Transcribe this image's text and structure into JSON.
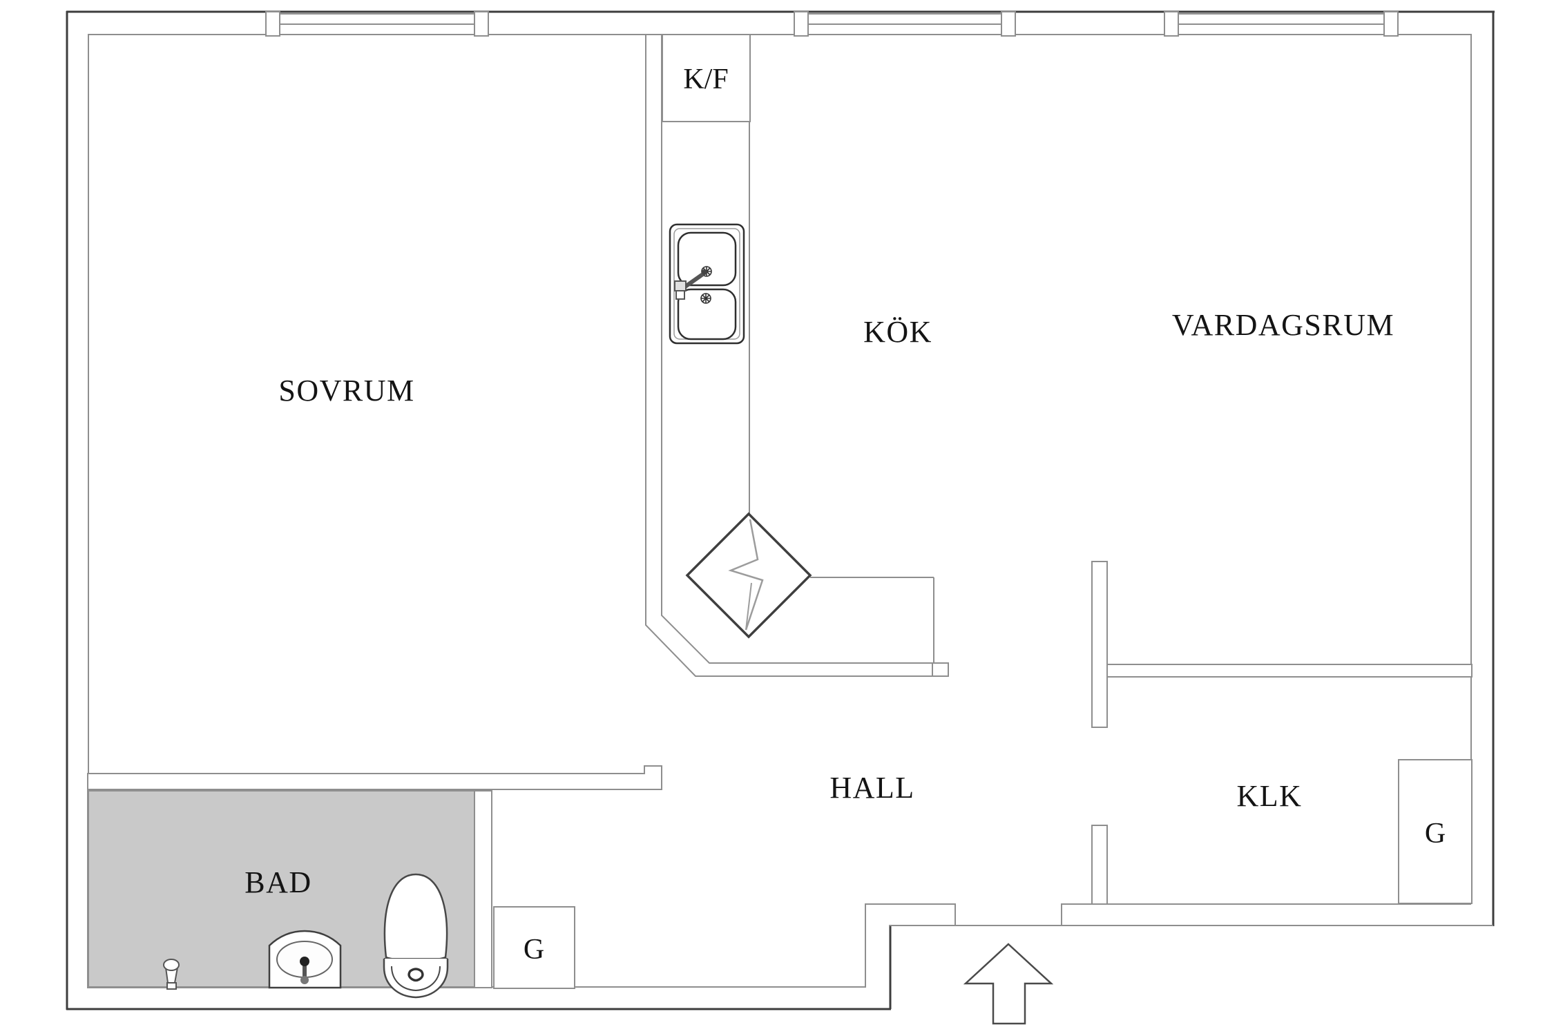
{
  "plan": {
    "colors": {
      "background": "#ffffff",
      "outer_wall_line": "#3d3d3d",
      "inner_wall_line": "#8e8e8e",
      "bathroom_floor": "#c9c9c9",
      "fixture_line": "#474747",
      "symbol_line": "#9c9c9c",
      "text": "#141414"
    },
    "rooms": {
      "sovrum": {
        "label": "SOVRUM"
      },
      "kok": {
        "label": "KÖK"
      },
      "vardagsrum": {
        "label": "VARDAGSRUM"
      },
      "hall": {
        "label": "HALL"
      },
      "klk": {
        "label": "KLK"
      },
      "bad": {
        "label": "BAD"
      }
    },
    "fixtures": {
      "fridge_freezer": {
        "label": "K/F"
      },
      "wardrobe_left": {
        "label": "G"
      },
      "wardrobe_right": {
        "label": "G"
      }
    },
    "symbols": [
      "entrance-arrow-icon",
      "electric-diamond-icon",
      "kitchen-sink-icon",
      "toilet-icon",
      "bathroom-sink-icon",
      "shower-tap-icon",
      "window-segment"
    ]
  }
}
